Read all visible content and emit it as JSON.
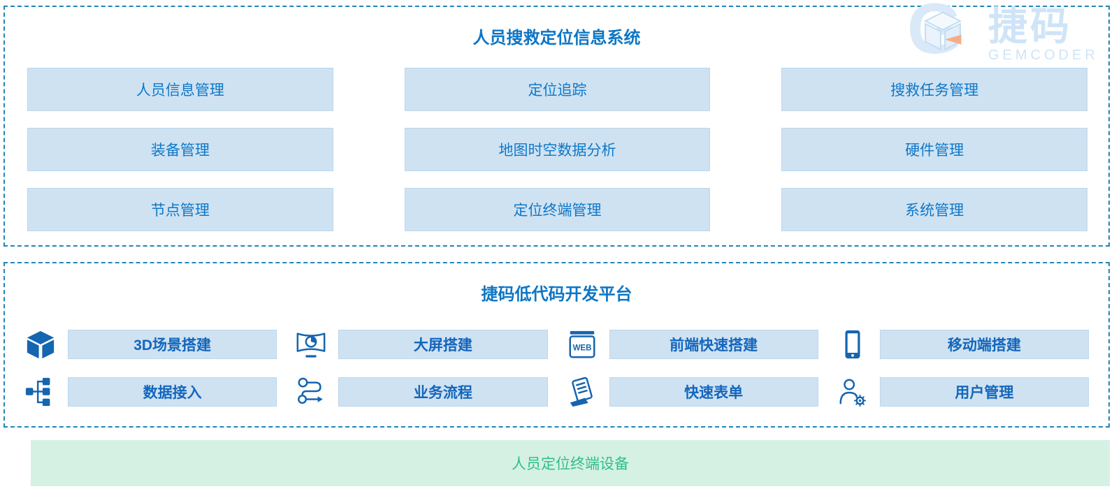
{
  "colors": {
    "dashed_border": "#2186b8",
    "box_bg": "#cfe2f2",
    "box_text": "#0e78c8",
    "title_text": "#0d76c6",
    "platform_label_text": "#1366bc",
    "icon_blue": "#1565b0",
    "device_bg": "#d5f1e4",
    "device_text": "#2fbe8e",
    "logo_blue": "#cfe4f7",
    "logo_orange": "#f5ad89"
  },
  "logo": {
    "brand_cn": "捷码",
    "brand_en": "GEMCODER",
    "mark_icon": "cube-g-logo-icon"
  },
  "system_section": {
    "title": "人员搜救定位信息系统",
    "modules": [
      "人员信息管理",
      "定位追踪",
      "搜救任务管理",
      "装备管理",
      "地图时空数据分析",
      "硬件管理",
      "节点管理",
      "定位终端管理",
      "系统管理"
    ]
  },
  "platform_section": {
    "title": "捷码低代码开发平台",
    "items": [
      {
        "icon": "cube-3d-icon",
        "label": "3D场景搭建"
      },
      {
        "icon": "big-screen-icon",
        "label": "大屏搭建"
      },
      {
        "icon": "web-browser-icon",
        "label": "前端快速搭建"
      },
      {
        "icon": "mobile-device-icon",
        "label": "移动端搭建"
      },
      {
        "icon": "data-tree-icon",
        "label": "数据接入"
      },
      {
        "icon": "workflow-icon",
        "label": "业务流程"
      },
      {
        "icon": "form-icon",
        "label": "快速表单"
      },
      {
        "icon": "user-gear-icon",
        "label": "用户管理"
      }
    ]
  },
  "device_section": {
    "label": "人员定位终端设备"
  }
}
